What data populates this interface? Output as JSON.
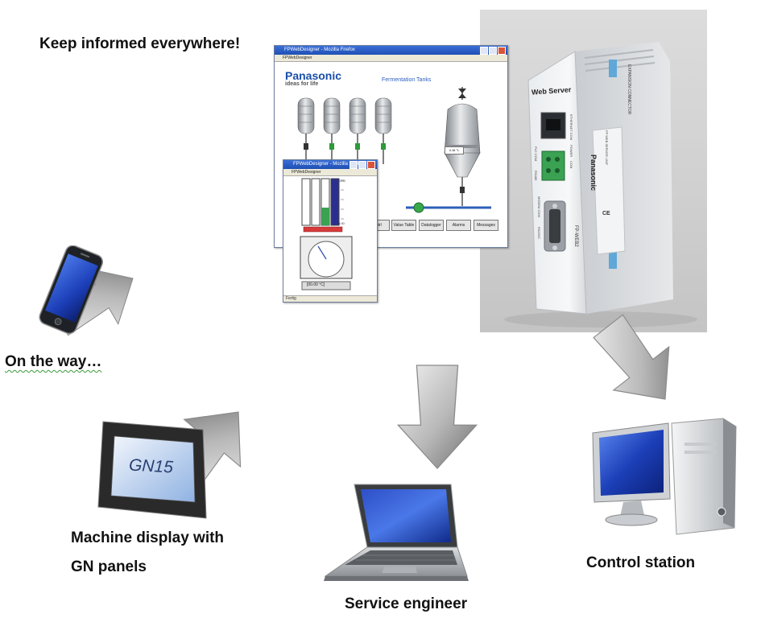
{
  "captions": {
    "headline": "Keep informed everywhere!",
    "mobile": "On the way…",
    "machine_line1": "Machine display with",
    "machine_line2": "GN panels",
    "service": "Service engineer",
    "control": "Control station"
  },
  "main_window": {
    "title": "FPWebDesigner - Mozilla Firefox",
    "menu": "FPWebDesigner",
    "brand": "Panasonic",
    "tagline": "ideas for life",
    "heading": "Fermentation Tanks",
    "tank_readout": "4.16 °L",
    "nav_buttons": [
      "Cntrl",
      "Value Table",
      "Datalogger",
      "Alarms",
      "Messages"
    ]
  },
  "sub_window": {
    "title": "FPWebDesigner - Mozilla Firefox",
    "menu": "FPWebDesigner",
    "scale_top": "1000",
    "scale_bottom": "0.00",
    "gauge_readout": "[00.00 °C]",
    "status": "Fertig"
  },
  "device": {
    "label": "Web Server",
    "brand": "Panasonic",
    "model": "FP-WEB2",
    "side_texts": [
      "ETHERNET COM",
      "POWER",
      "COM",
      "PLC COM",
      "RS485",
      "MODEM COM",
      "RS232C",
      "EXPANSION CONNECTOR"
    ],
    "unit_text": "FP WEB SERVER UNIT",
    "ce_mark": "CE"
  },
  "panel": {
    "label": "GN15"
  },
  "colors": {
    "arrow_dark": "#7a7a7a",
    "arrow_light": "#f0f0f0",
    "screen_blue": "#1c3fb8",
    "panasonic_blue": "#1a4fa8",
    "accent_green": "#2e9a3a"
  }
}
